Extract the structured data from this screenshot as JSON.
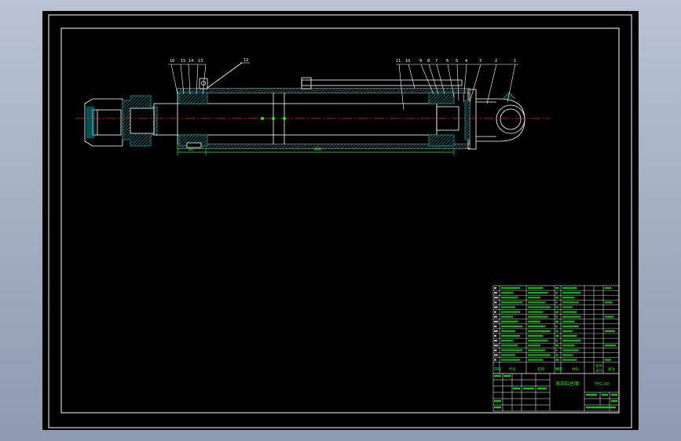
{
  "drawing": {
    "colors": {
      "background": "#000000",
      "frame": "#ffffff",
      "hatch": "#00a5a5",
      "centerline": "#ff2020",
      "dimension": "#00ff00",
      "title_text": "#00ff00"
    },
    "balloons_left": [
      "16",
      "15",
      "14",
      "13",
      "12"
    ],
    "balloons_right": [
      "11",
      "10",
      "9",
      "8",
      "7",
      "6",
      "5",
      "4",
      "3",
      "2",
      "1"
    ],
    "dimensions": [
      "90",
      "466"
    ]
  },
  "title_block": {
    "parts_header": [
      "序号",
      "代号",
      "名称",
      "数量",
      "材料",
      "单件",
      "总计",
      "备注"
    ],
    "title": "液压缸总图",
    "drawing_number": "YYG-00"
  }
}
